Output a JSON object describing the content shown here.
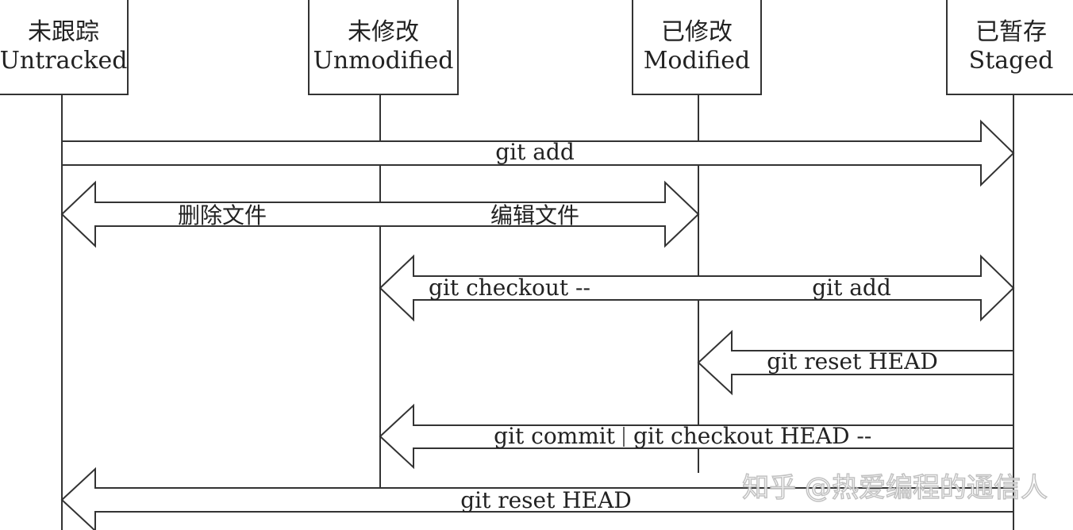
{
  "states": [
    {
      "zh": "未跟踪",
      "en": "Untracked"
    },
    {
      "zh": "未修改",
      "en": "Unmodified"
    },
    {
      "zh": "已修改",
      "en": "Modified"
    },
    {
      "zh": "已暂存",
      "en": "Staged"
    }
  ],
  "arrows": {
    "git_add_top": "git add",
    "delete_file": "删除文件",
    "edit_file": "编辑文件",
    "git_checkout": "git checkout --",
    "git_add_mid": "git add",
    "git_reset_head_1": "git reset HEAD",
    "git_commit": "git commit",
    "git_checkout_head": "git checkout HEAD --",
    "git_reset_head_2": "git reset HEAD"
  },
  "watermark": "知乎 @热爱编程的通信人"
}
